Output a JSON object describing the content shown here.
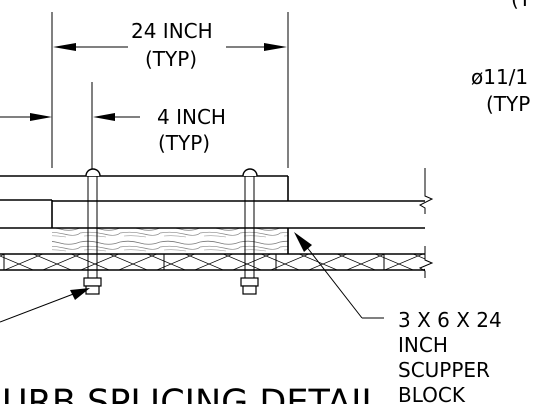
{
  "labels": {
    "top_paren_fragment": "(T",
    "dim_24_value": "24 INCH",
    "dim_24_typ": "(TYP)",
    "dim_4_value": "4 INCH",
    "dim_4_typ": "(TYP)",
    "bolt_dia_value": "ø11/1",
    "bolt_dia_typ": "(TYP",
    "scupper_line1": "3 X 6 X 24",
    "scupper_line2": "INCH",
    "scupper_line3": "SCUPPER",
    "scupper_line4": "BLOCK",
    "detail_title": "URB SPLICING DETAIL"
  }
}
